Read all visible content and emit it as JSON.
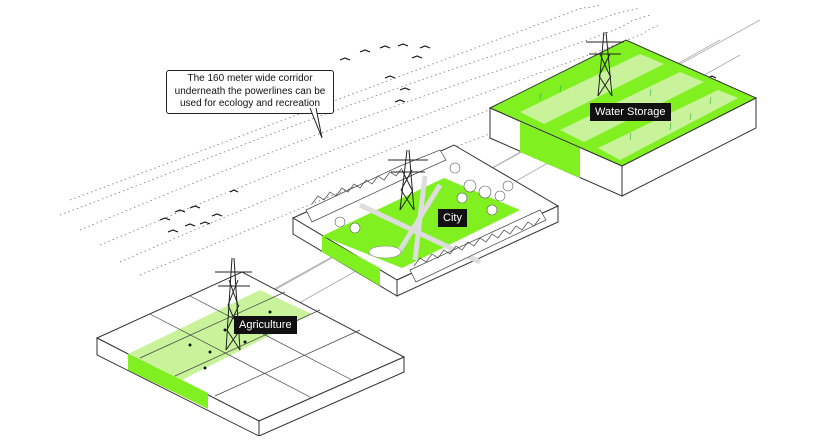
{
  "callout": {
    "text_lines": [
      "The 160 meter wide corridor",
      "underneath the powerlines can be",
      "used for ecology and recreation"
    ]
  },
  "zones": [
    {
      "id": "agriculture",
      "label": "Agriculture"
    },
    {
      "id": "city",
      "label": "City"
    },
    {
      "id": "water-storage",
      "label": "Water Storage"
    }
  ],
  "colors": {
    "green": "#80f020",
    "green_light": "#c8f39a",
    "outline": "#333333",
    "background": "#ffffff"
  }
}
